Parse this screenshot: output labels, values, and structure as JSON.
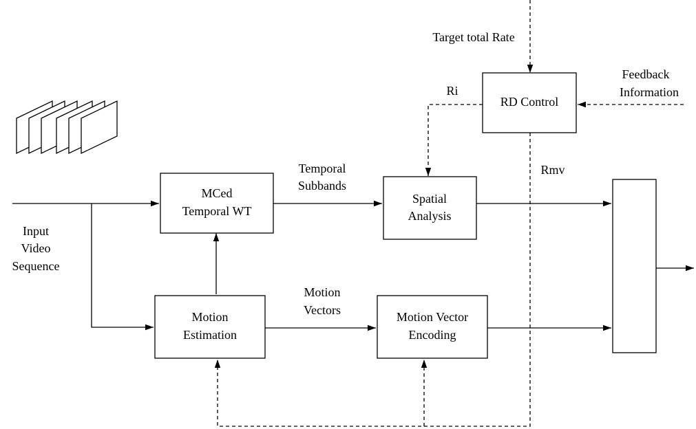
{
  "blocks": {
    "mced_twt": [
      "MCed",
      "Temporal WT"
    ],
    "spatial_analysis": [
      "Spatial",
      "Analysis"
    ],
    "motion_estimation": [
      "Motion",
      "Estimation"
    ],
    "mv_encoding": [
      "Motion Vector",
      "Encoding"
    ],
    "rd_control": [
      "RD Control"
    ]
  },
  "labels": {
    "input": [
      "Input",
      "Video",
      "Sequence"
    ],
    "temporal_subbands": [
      "Temporal",
      "Subbands"
    ],
    "motion_vectors": [
      "Motion",
      "Vectors"
    ],
    "target_rate": "Target total Rate",
    "feedback": [
      "Feedback",
      "Information"
    ],
    "ri": "Ri",
    "rmv": "Rmv"
  }
}
